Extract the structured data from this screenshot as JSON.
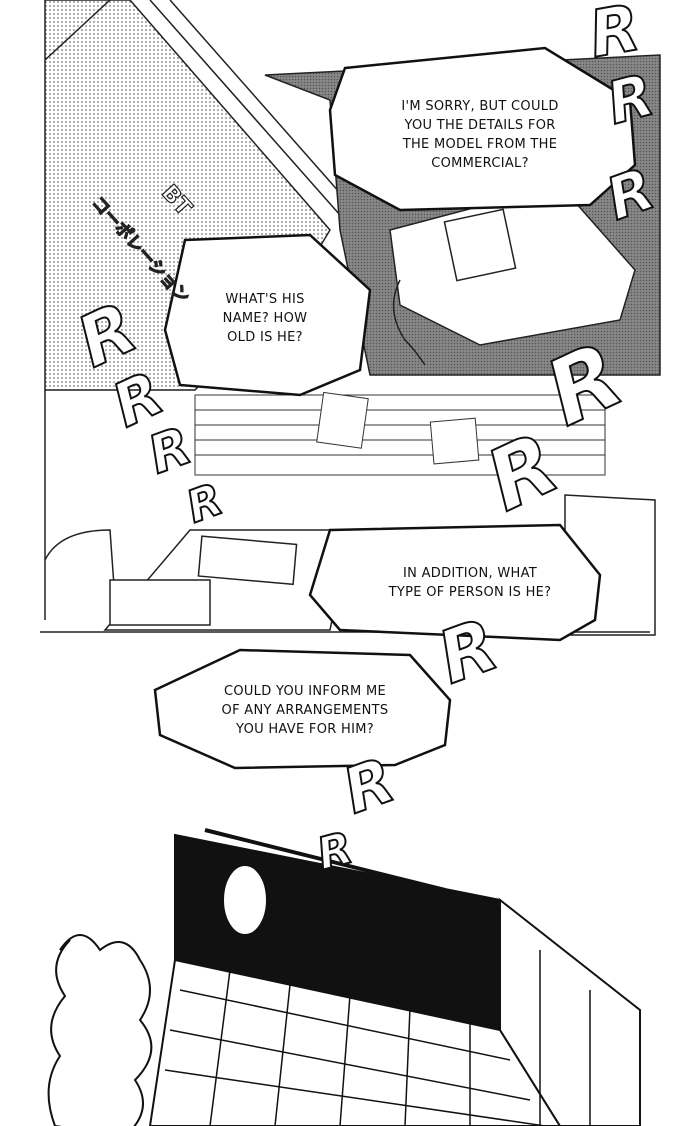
{
  "panels": {
    "office": {
      "sign_text": "BT",
      "sign_text_jp": "コーポレーション"
    }
  },
  "balloons": [
    {
      "lines": [
        "I'M SORRY, BUT COULD",
        "YOU THE DETAILS FOR",
        "THE MODEL FROM THE",
        "COMMERCIAL?"
      ]
    },
    {
      "lines": [
        "WHAT'S HIS",
        "NAME? HOW",
        "OLD IS HE?"
      ]
    },
    {
      "lines": [
        "IN ADDITION, WHAT",
        "TYPE OF PERSON IS HE?"
      ]
    },
    {
      "lines": [
        "COULD YOU INFORM ME",
        "OF ANY ARRANGEMENTS",
        "YOU HAVE FOR HIM?"
      ]
    }
  ],
  "sound_effect": "R",
  "colors": {
    "ink": "#111111",
    "screentone": "#c8c8c8",
    "paper": "#ffffff"
  }
}
